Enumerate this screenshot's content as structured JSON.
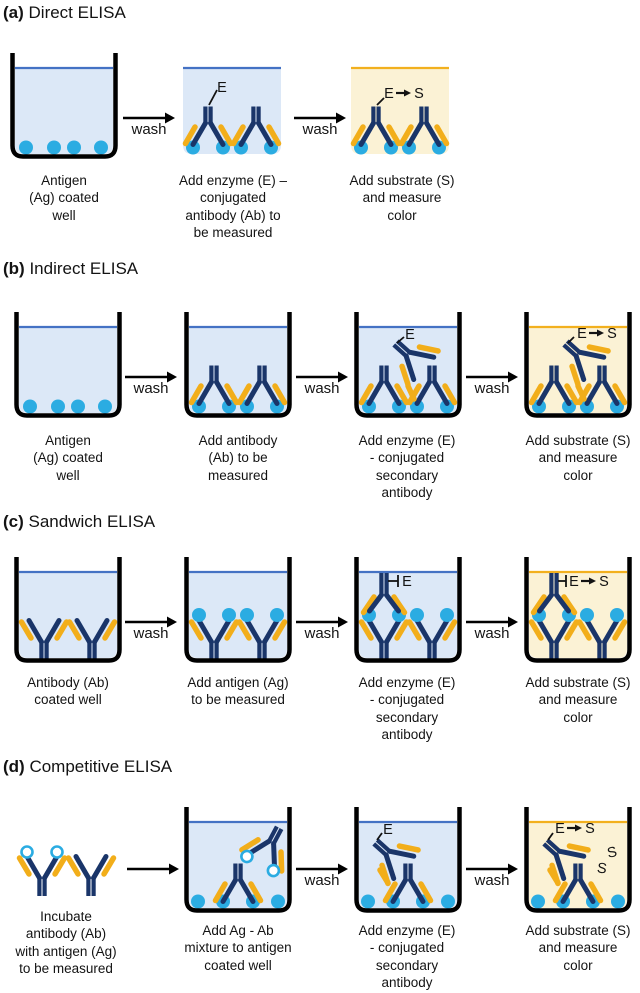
{
  "labels": {
    "wash": "wash",
    "enzyme": "E",
    "substrate": "S"
  },
  "colors": {
    "antibody_navy": "#1A3569",
    "light_chain_yellow": "#F2AE1A",
    "antigen_cyan": "#2BACE2",
    "well_liquid_blue": "#DCE8F7",
    "liquid_line_blue": "#4472C4",
    "substrate_liquid_yellow": "#FBF2D5",
    "liquid_line_yellow": "#F2B01E",
    "outline_black": "#000000"
  },
  "sections": [
    {
      "tag": "(a)",
      "title": "Direct ELISA",
      "steps": [
        {
          "caption": "Antigen\n(Ag) coated\nwell"
        },
        {
          "caption": "Add enzyme (E) –\nconjugated\nantibody (Ab) to\nbe measured"
        },
        {
          "caption": "Add substrate (S)\nand measure\ncolor"
        }
      ]
    },
    {
      "tag": "(b)",
      "title": "Indirect ELISA",
      "steps": [
        {
          "caption": "Antigen\n(Ag) coated\nwell"
        },
        {
          "caption": "Add antibody\n(Ab) to be\nmeasured"
        },
        {
          "caption": "Add enzyme (E)\n- conjugated\nsecondary\nantibody"
        },
        {
          "caption": "Add substrate (S)\nand measure\ncolor"
        }
      ]
    },
    {
      "tag": "(c)",
      "title": "Sandwich ELISA",
      "steps": [
        {
          "caption": "Antibody (Ab)\ncoated well"
        },
        {
          "caption": "Add antigen (Ag)\nto be measured"
        },
        {
          "caption": "Add enzyme (E)\n- conjugated\nsecondary\nantibody"
        },
        {
          "caption": "Add substrate (S)\nand measure\ncolor"
        }
      ]
    },
    {
      "tag": "(d)",
      "title": "Competitive ELISA",
      "steps": [
        {
          "caption": "Incubate\nantibody (Ab)\nwith antigen (Ag)\nto be measured"
        },
        {
          "caption": "Add Ag - Ab\nmixture to antigen\ncoated well"
        },
        {
          "caption": "Add enzyme (E)\n- conjugated\nsecondary\nantibody"
        },
        {
          "caption": "Add substrate (S)\nand measure\ncolor"
        }
      ]
    }
  ]
}
